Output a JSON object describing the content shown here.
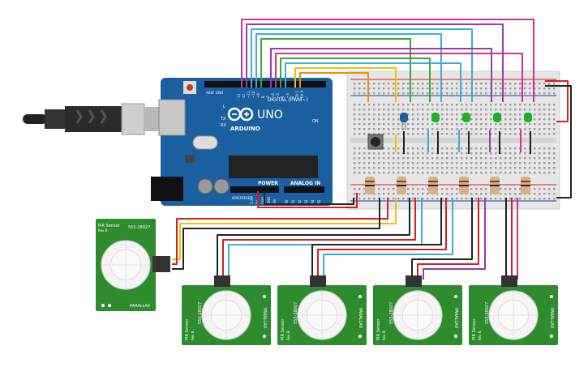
{
  "arduino": {
    "brand_logo_text": "ARDUINO",
    "model": "UNO",
    "header_digital": "DIGITAL (PWM~)",
    "header_power": "POWER",
    "header_analog": "ANALOG IN",
    "label_on": "ON",
    "label_tx": "TX",
    "label_rx": "RX",
    "label_l": "L",
    "label_aref": "AREF",
    "label_gnd": "GND",
    "label_ioref": "IOREF",
    "label_reset": "RESET",
    "pins_digital": [
      "13",
      "12",
      "~11",
      "~10",
      "~9",
      "8",
      "7",
      "~6",
      "~5",
      "4",
      "~3",
      "2",
      "TX 1",
      "RX 0"
    ],
    "pins_power": [
      "3.3V",
      "5V",
      "GND",
      "GND",
      "Vin"
    ],
    "pins_analog": [
      "A0",
      "A1",
      "A2",
      "A3",
      "A4",
      "A5"
    ]
  },
  "sensor": {
    "title": "PIR Sensor",
    "rev": "Rev B",
    "part": "555-28027",
    "maker": "PARALLAX"
  },
  "colors": {
    "board": "#1a5fa0",
    "breadboard": "#e6e6e6",
    "sensor_pcb": "#2e8b2e",
    "wire_yellow": "#f2c200",
    "wire_orange": "#f08a1a",
    "wire_green": "#3aa83a",
    "wire_cyan": "#3aaed8",
    "wire_purple": "#9b3aa8",
    "wire_magenta": "#d0308f",
    "wire_red": "#d42020",
    "wire_black": "#222222",
    "led_blue": "#1c5f9e",
    "led_green": "#22b022"
  }
}
